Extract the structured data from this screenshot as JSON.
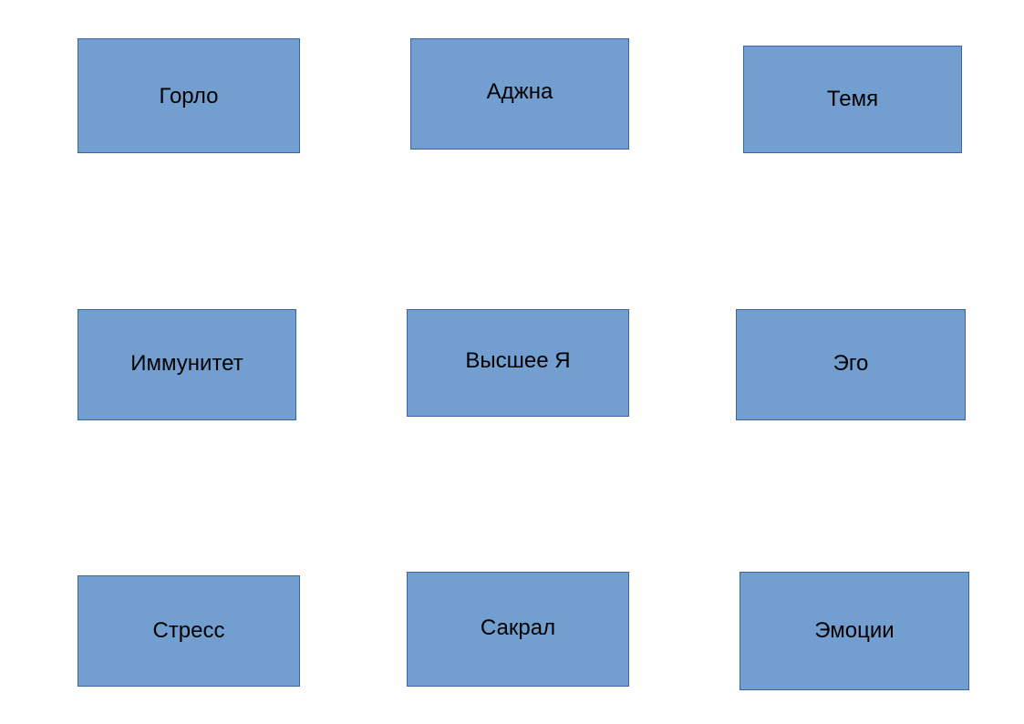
{
  "colors": {
    "box_fill": "#729fcf",
    "box_border": "#3465a4",
    "text": "#000000",
    "background": "#ffffff"
  },
  "boxes": {
    "gorlo": "Горло",
    "adzhna": "Аджна",
    "temya": "Темя",
    "immunitet": "Иммунитет",
    "vysshee": "Высшее Я",
    "ego": "Эго",
    "stress": "Стресс",
    "sakral": "Сакрал",
    "emocii": "Эмоции"
  }
}
